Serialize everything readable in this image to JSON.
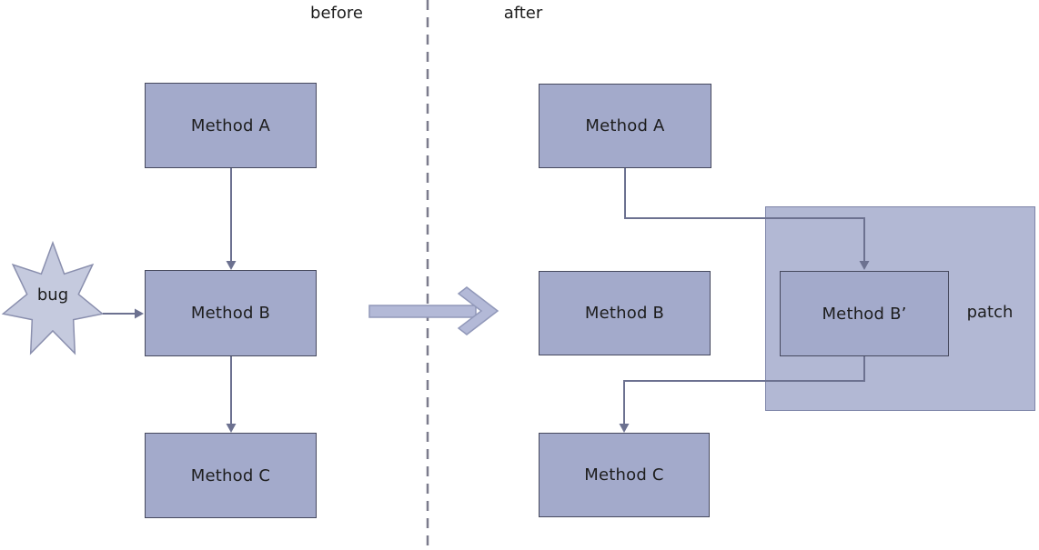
{
  "header": {
    "before_label": "before",
    "after_label": "after"
  },
  "before_panel": {
    "method_a": "Method A",
    "method_b": "Method B",
    "method_c": "Method C",
    "bug_label": "bug"
  },
  "after_panel": {
    "method_a": "Method A",
    "method_b": "Method B",
    "method_b_patched": "Method B’",
    "method_c": "Method C",
    "patch_label": "patch"
  },
  "icons": {
    "bug_burst": "seven-point-star-burst",
    "transform_arrow": "thick-right-arrow",
    "divider": "vertical-dashed-line"
  },
  "colors": {
    "background": "#ffffff",
    "box_fill": "#a3aacb",
    "box_border": "#46495e",
    "patch_fill": "#b2b8d4",
    "patch_border": "#7d84a8",
    "star_fill": "#c5cade",
    "star_border": "#8a8fae",
    "connector": "#6c7190",
    "divider": "#7b7b8c",
    "arrow_fill": "#b3b9d7",
    "arrow_border": "#9198b9",
    "text": "#1d1d1d"
  }
}
